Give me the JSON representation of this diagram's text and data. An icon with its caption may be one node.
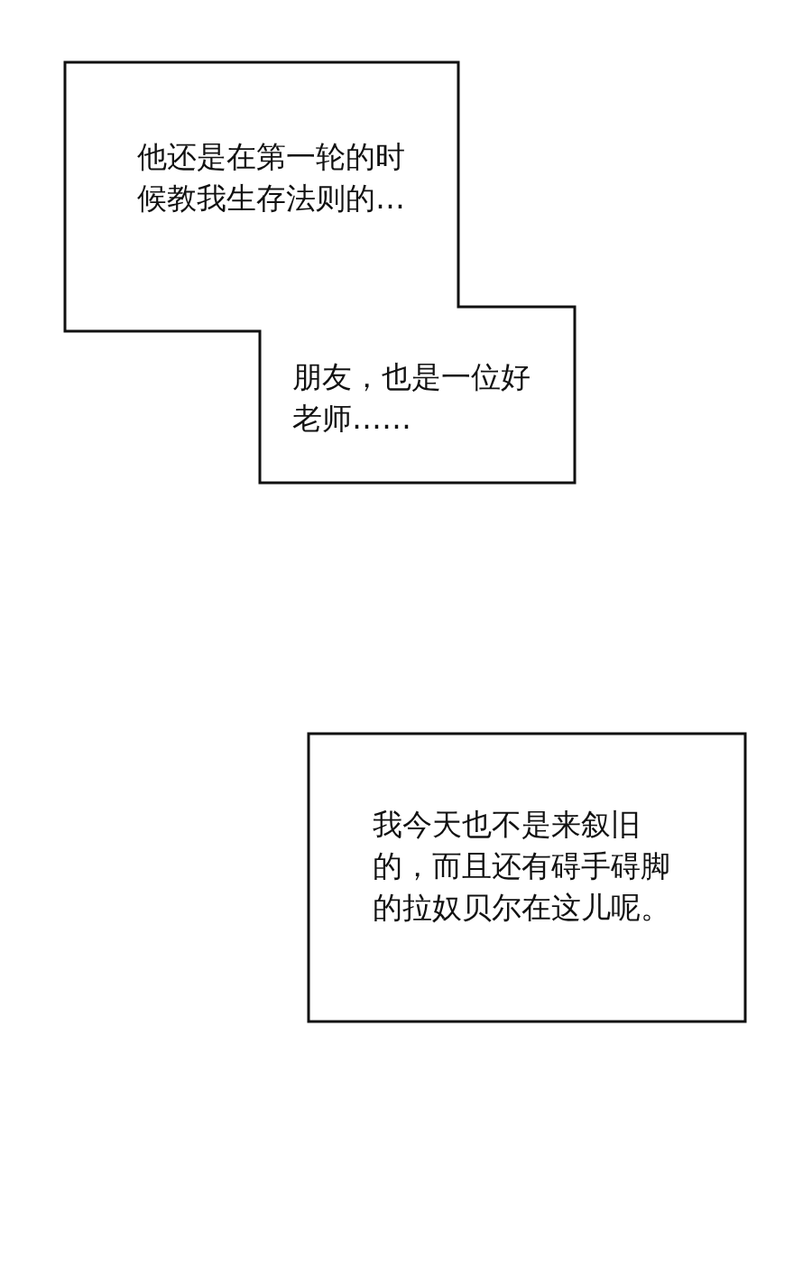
{
  "diagram": {
    "nodes": [
      {
        "text": [
          "他还是在第一轮的时候教我生存法则的…"
        ]
      },
      {
        "text": [
          "朋友，也是一位好老师……"
        ]
      },
      {
        "text": [
          "我今天也不是来叙旧的，而且还有碍手碍脚的拉奴贝尔在这儿呢。"
        ]
      }
    ]
  }
}
